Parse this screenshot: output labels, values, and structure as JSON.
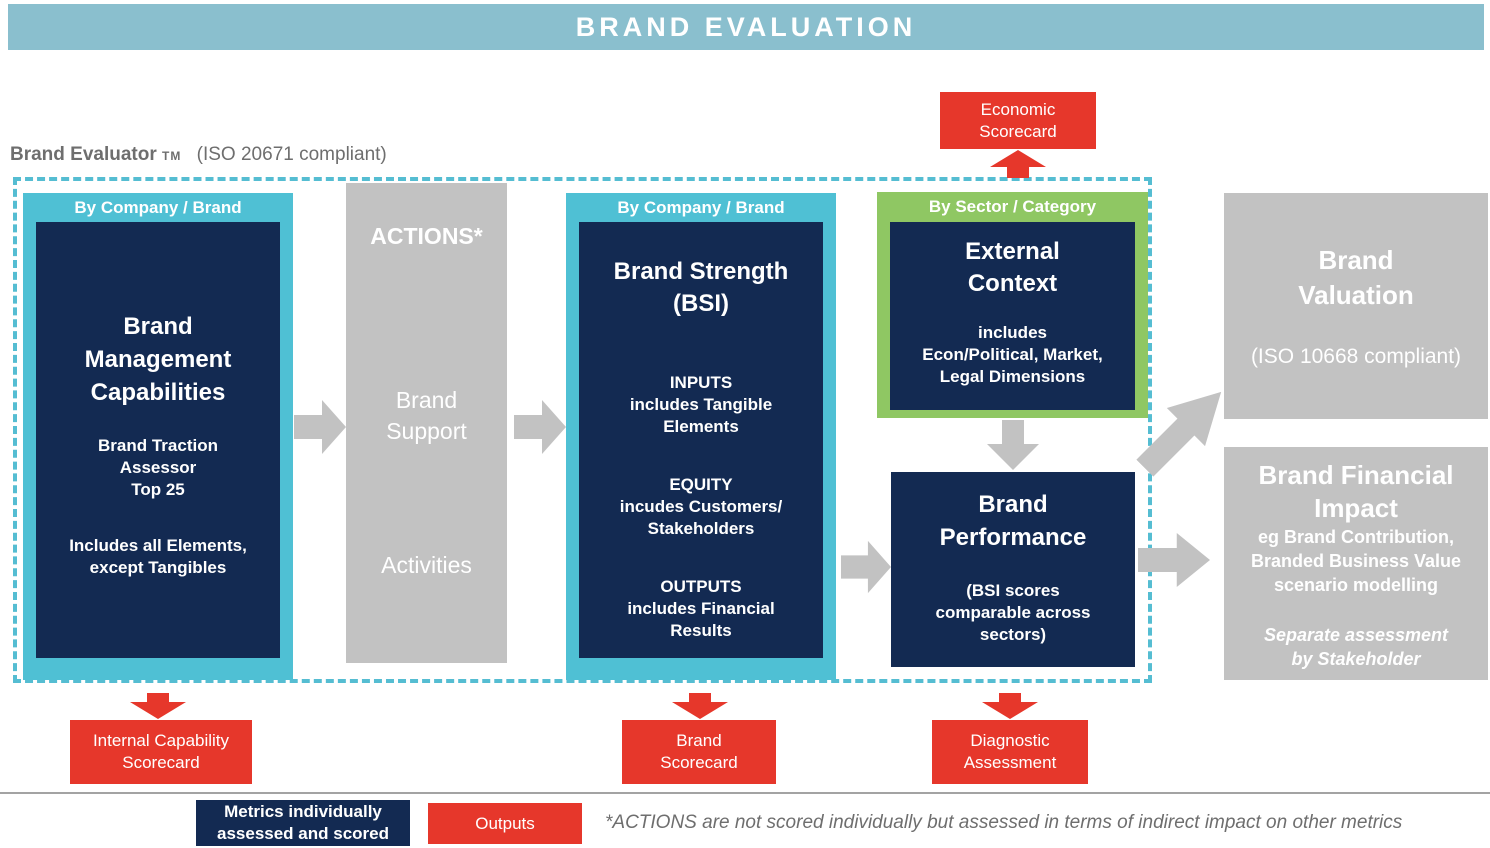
{
  "banner": {
    "title": "BRAND EVALUATION"
  },
  "evaluator": {
    "brand": "Brand Evaluator",
    "tm": "TM",
    "iso": "(ISO 20671 compliant)"
  },
  "capabilities": {
    "header": "By Company / Brand",
    "title": "Brand\nManagement\nCapabilities",
    "traction": "Brand Traction\nAssessor\nTop 25",
    "includes": "Includes all Elements,\nexcept Tangibles"
  },
  "actions": {
    "title": "ACTIONS*",
    "support": "Brand\nSupport",
    "activities": "Activities"
  },
  "strength": {
    "header": "By Company / Brand",
    "title": "Brand Strength\n(BSI)",
    "inputs": "INPUTS\nincludes Tangible\nElements",
    "equity": "EQUITY\nincudes Customers/\nStakeholders",
    "outputs": "OUTPUTS\nincludes Financial\nResults"
  },
  "external": {
    "header": "By Sector / Category",
    "title": "External\nContext",
    "sub": "includes\nEcon/Political, Market,\nLegal Dimensions"
  },
  "performance": {
    "title": "Brand\nPerformance",
    "sub": "(BSI scores\ncomparable across\nsectors)"
  },
  "valuation": {
    "title": "Brand\nValuation",
    "sub": "(ISO 10668 compliant)"
  },
  "financial_impact": {
    "title": "Brand Financial\nImpact",
    "sub": "eg Brand Contribution,\nBranded Business Value\nscenario modelling",
    "note": "Separate assessment\nby Stakeholder"
  },
  "scorecards": {
    "economic": "Economic\nScorecard",
    "internal": "Internal Capability\nScorecard",
    "brand": "Brand\nScorecard",
    "diagnostic": "Diagnostic\nAssessment"
  },
  "legend": {
    "metrics": "Metrics individually\nassessed and scored",
    "outputs": "Outputs",
    "footnote": "*ACTIONS are not scored individually but assessed in terms of indirect impact on other metrics"
  },
  "colors": {
    "banner_blue": "#8abfce",
    "teal": "#4fc0d4",
    "navy": "#132a52",
    "green": "#8fc763",
    "red": "#e6372b",
    "gray": "#c2c2c2"
  }
}
